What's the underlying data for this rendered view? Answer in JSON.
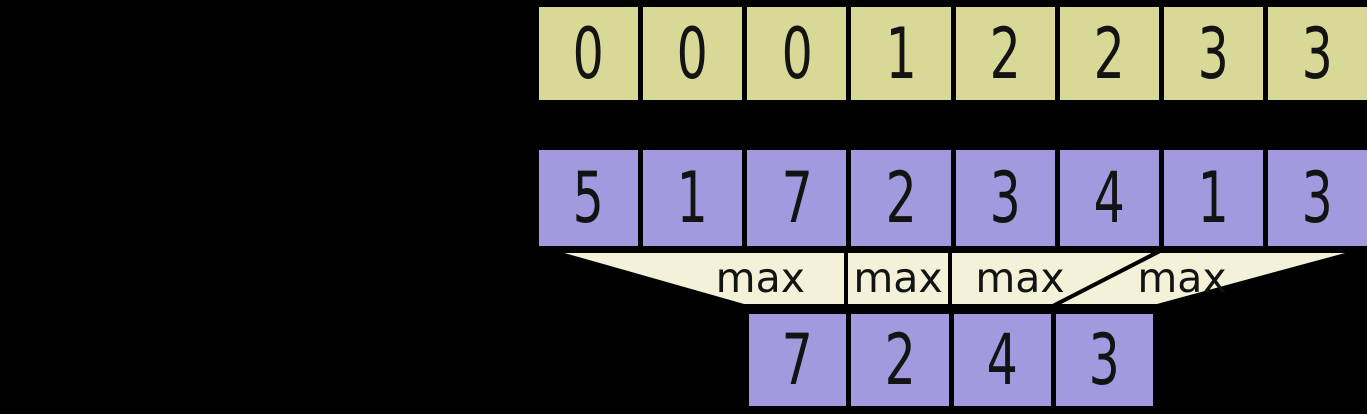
{
  "colors": {
    "background": "#000000",
    "answers_cell_fill": "#d9d997",
    "array_cell_fill": "#a19ade",
    "funnel_fill": "#f3f1d7",
    "stroke": "#000000",
    "text": "#131313"
  },
  "answers_row": {
    "values": [
      "0",
      "0",
      "0",
      "1",
      "2",
      "2",
      "3",
      "3"
    ]
  },
  "input_row": {
    "values": [
      "5",
      "1",
      "7",
      "2",
      "3",
      "4",
      "1",
      "3"
    ]
  },
  "result_row": {
    "values": [
      "7",
      "2",
      "4",
      "3"
    ]
  },
  "funnels": {
    "labels": [
      "max",
      "max",
      "max",
      "max"
    ]
  }
}
